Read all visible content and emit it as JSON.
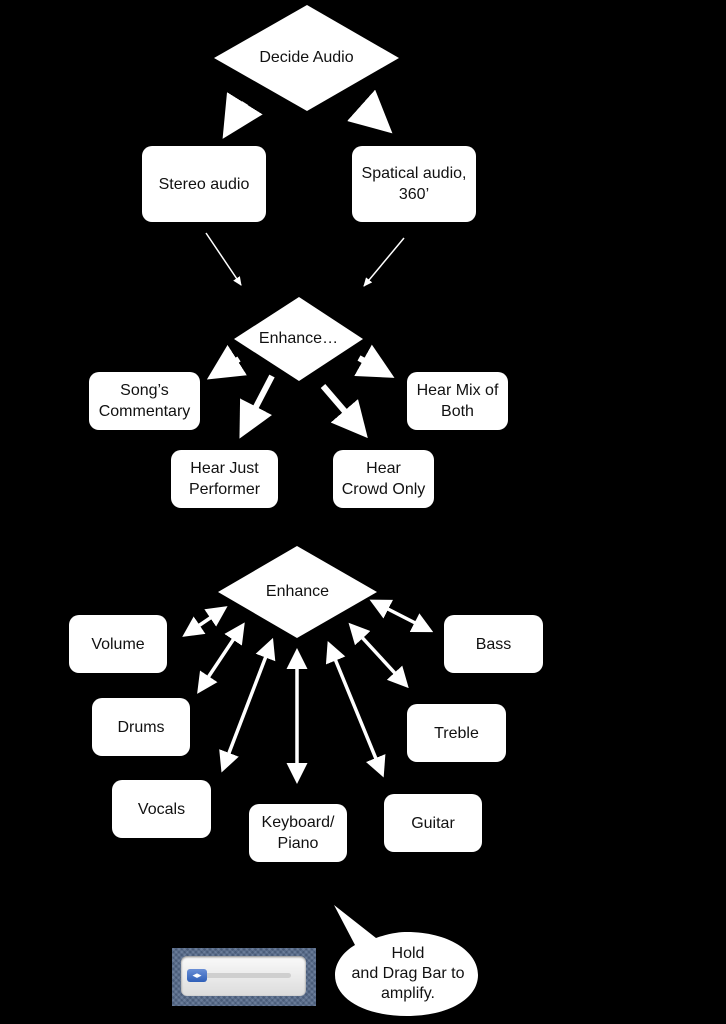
{
  "decisions": {
    "decide_audio": "Decide Audio",
    "enhance_first": "Enhance…",
    "enhance_second": "Enhance"
  },
  "audio_types": {
    "stereo": "Stereo audio",
    "spatial_line1": "Spatical audio,",
    "spatial_line2": "360’"
  },
  "modes": {
    "commentary_line1": "Song’s",
    "commentary_line2": "Commentary",
    "mix_line1": "Hear Mix of",
    "mix_line2": "Both",
    "performer_line1": "Hear Just",
    "performer_line2": "Performer",
    "crowd_line1": "Hear",
    "crowd_line2": "Crowd Only"
  },
  "controls": {
    "volume": "Volume",
    "bass": "Bass",
    "drums": "Drums",
    "treble": "Treble",
    "vocals": "Vocals",
    "keyboard_line1": "Keyboard/",
    "keyboard_line2": "Piano",
    "guitar": "Guitar"
  },
  "callout": {
    "line1": "Hold",
    "line2": "and Drag Bar to",
    "line3": "amplify."
  },
  "slider": {
    "thumb_icon": "double-arrow-grip-icon"
  },
  "colors": {
    "background": "#000000",
    "shape_fill": "#ffffff",
    "slider_bg": "#54698a",
    "slider_thumb": "#3b6cc6"
  }
}
